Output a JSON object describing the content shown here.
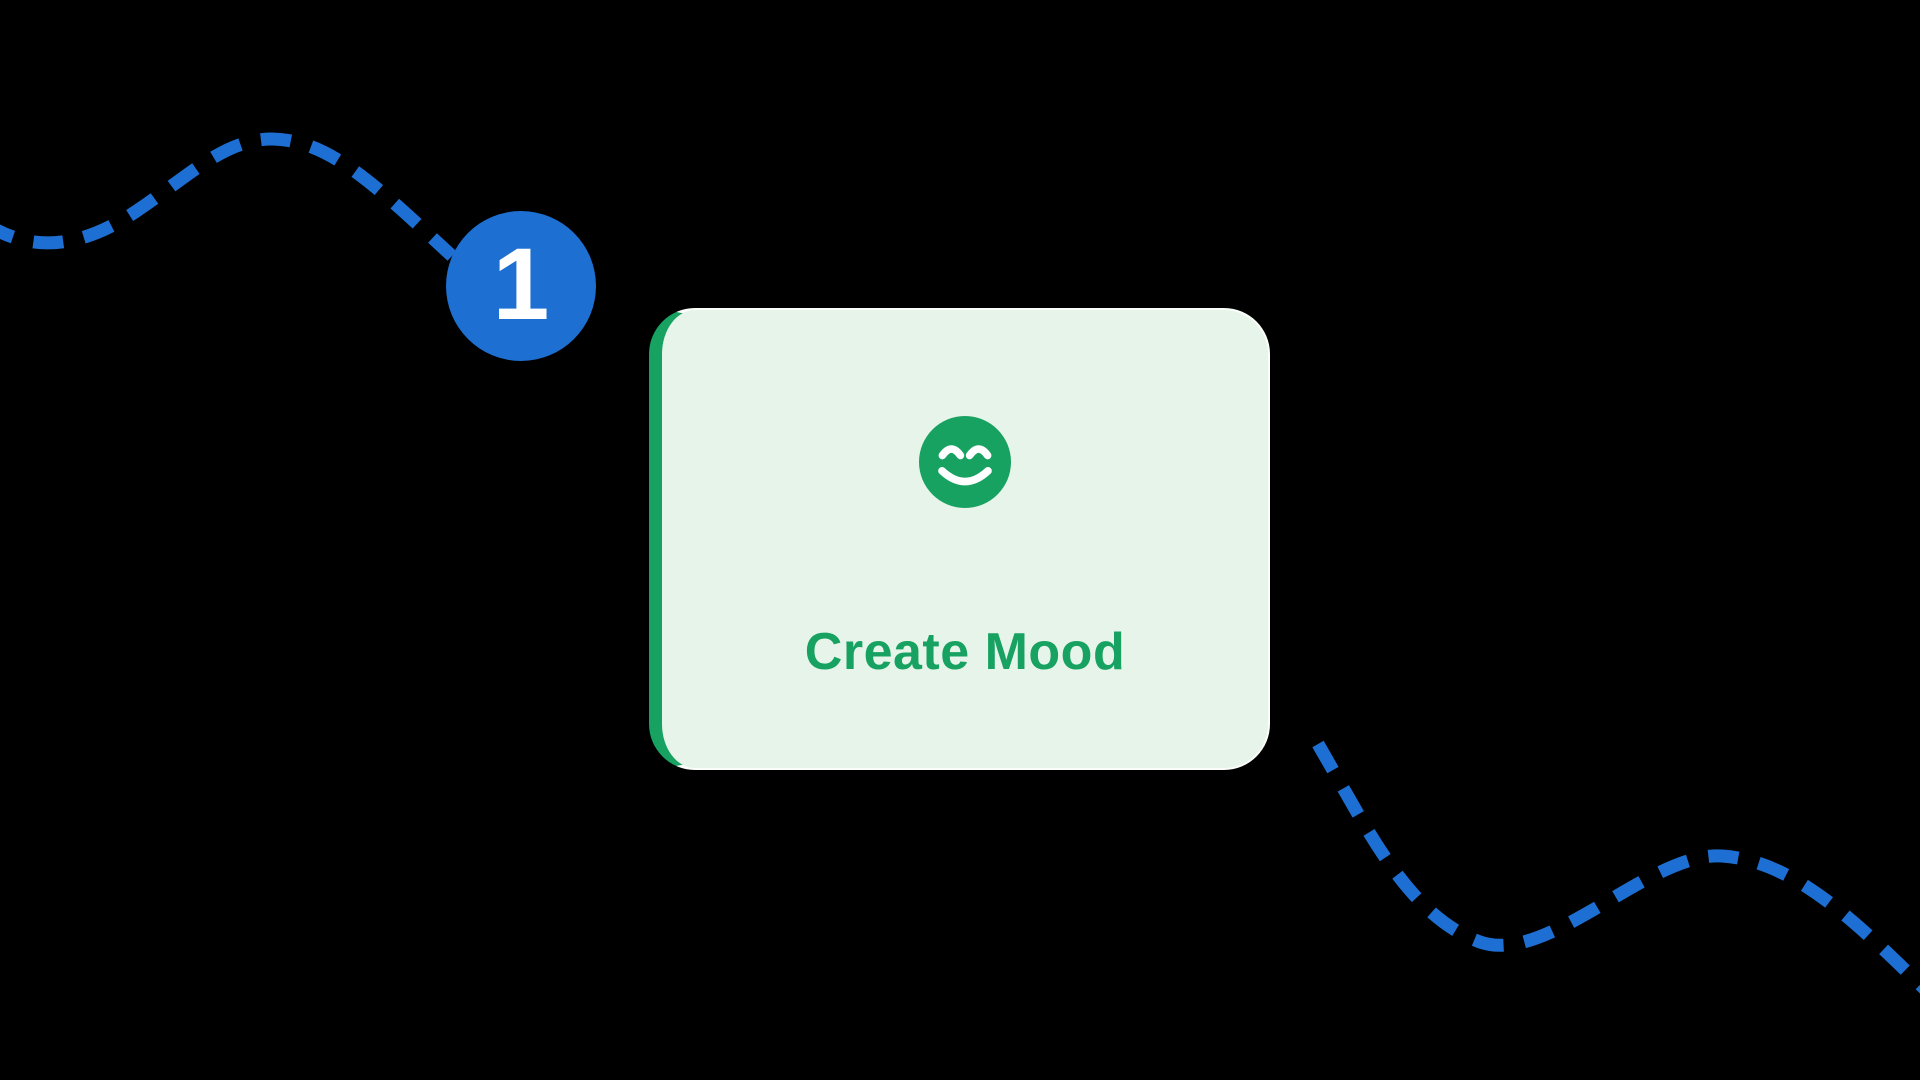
{
  "page": {
    "background_color": "#000000"
  },
  "step_badge": {
    "number": "1",
    "bg_color": "#1d6fd2",
    "text_color": "#ffffff"
  },
  "card": {
    "label": "Create Mood",
    "icon": "smiley-face-icon",
    "bg_color": "#e7f4ea",
    "accent_color": "#17a261",
    "edge_highlight_color": "#fafdf9"
  },
  "connector": {
    "color": "#1e6fd3",
    "style": "dashed"
  }
}
